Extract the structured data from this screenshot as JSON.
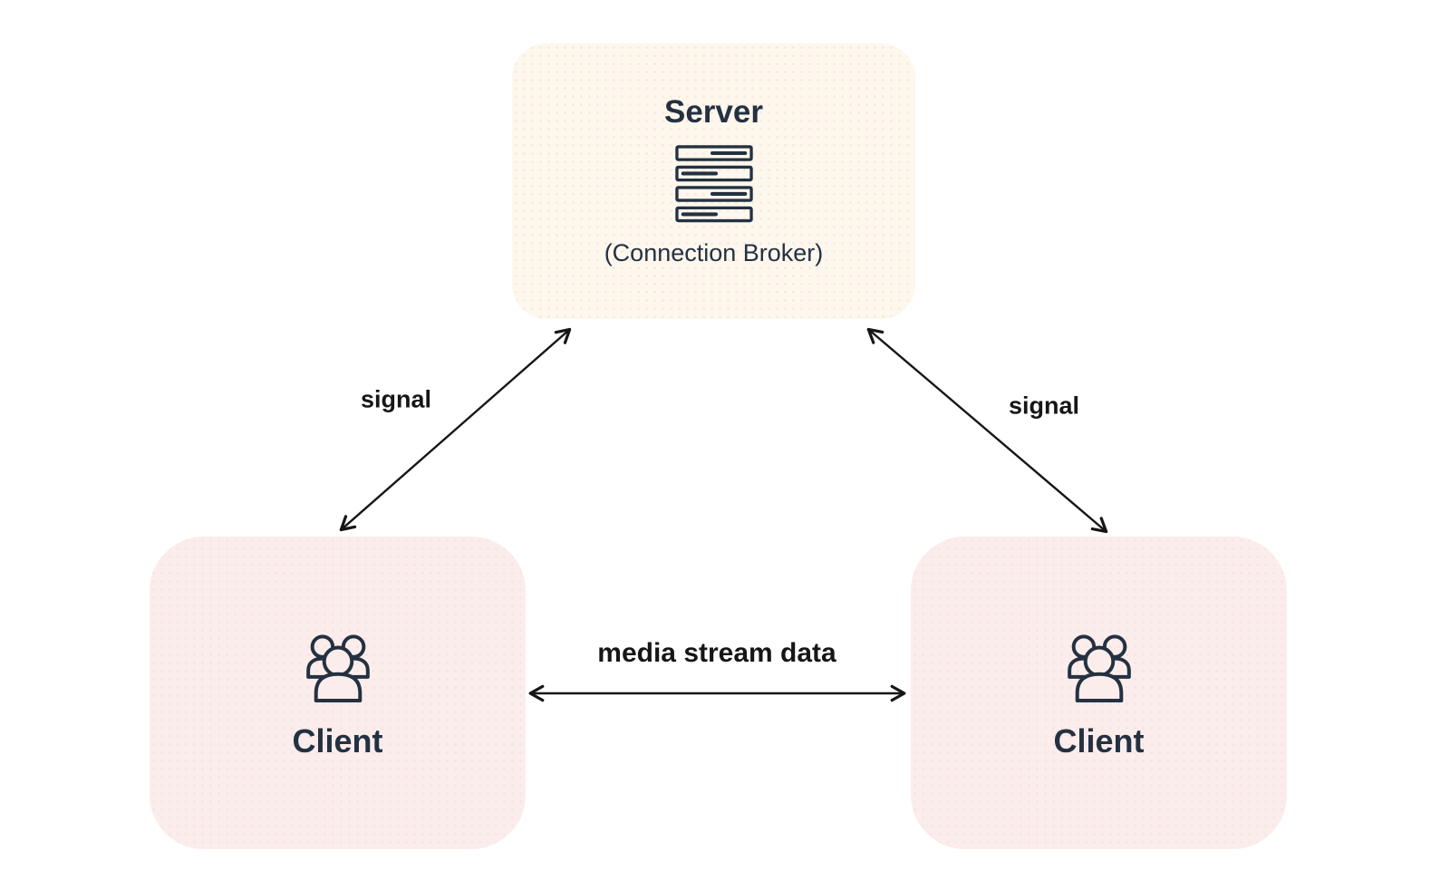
{
  "nodes": {
    "server": {
      "title": "Server",
      "subtitle": "(Connection Broker)",
      "icon": "server-rack-icon",
      "background": "#FDF7EE",
      "text_color": "#243141"
    },
    "client_left": {
      "title": "Client",
      "icon": "people-group-icon",
      "background": "#FBEDEB",
      "text_color": "#243141"
    },
    "client_right": {
      "title": "Client",
      "icon": "people-group-icon",
      "background": "#FBEDEB",
      "text_color": "#243141"
    }
  },
  "edges": [
    {
      "id": "signal-left",
      "from": "client_left",
      "to": "server",
      "label": "signal",
      "direction": "bidirectional"
    },
    {
      "id": "signal-right",
      "from": "server",
      "to": "client_right",
      "label": "signal",
      "direction": "bidirectional"
    },
    {
      "id": "media-stream",
      "from": "client_left",
      "to": "client_right",
      "label": "media stream data",
      "direction": "bidirectional"
    }
  ],
  "colors": {
    "canvas_background": "#FFFFFF",
    "arrow": "#161616",
    "navy": "#243141",
    "server_fill": "#FDF7EE",
    "client_fill": "#FBEDEB"
  }
}
